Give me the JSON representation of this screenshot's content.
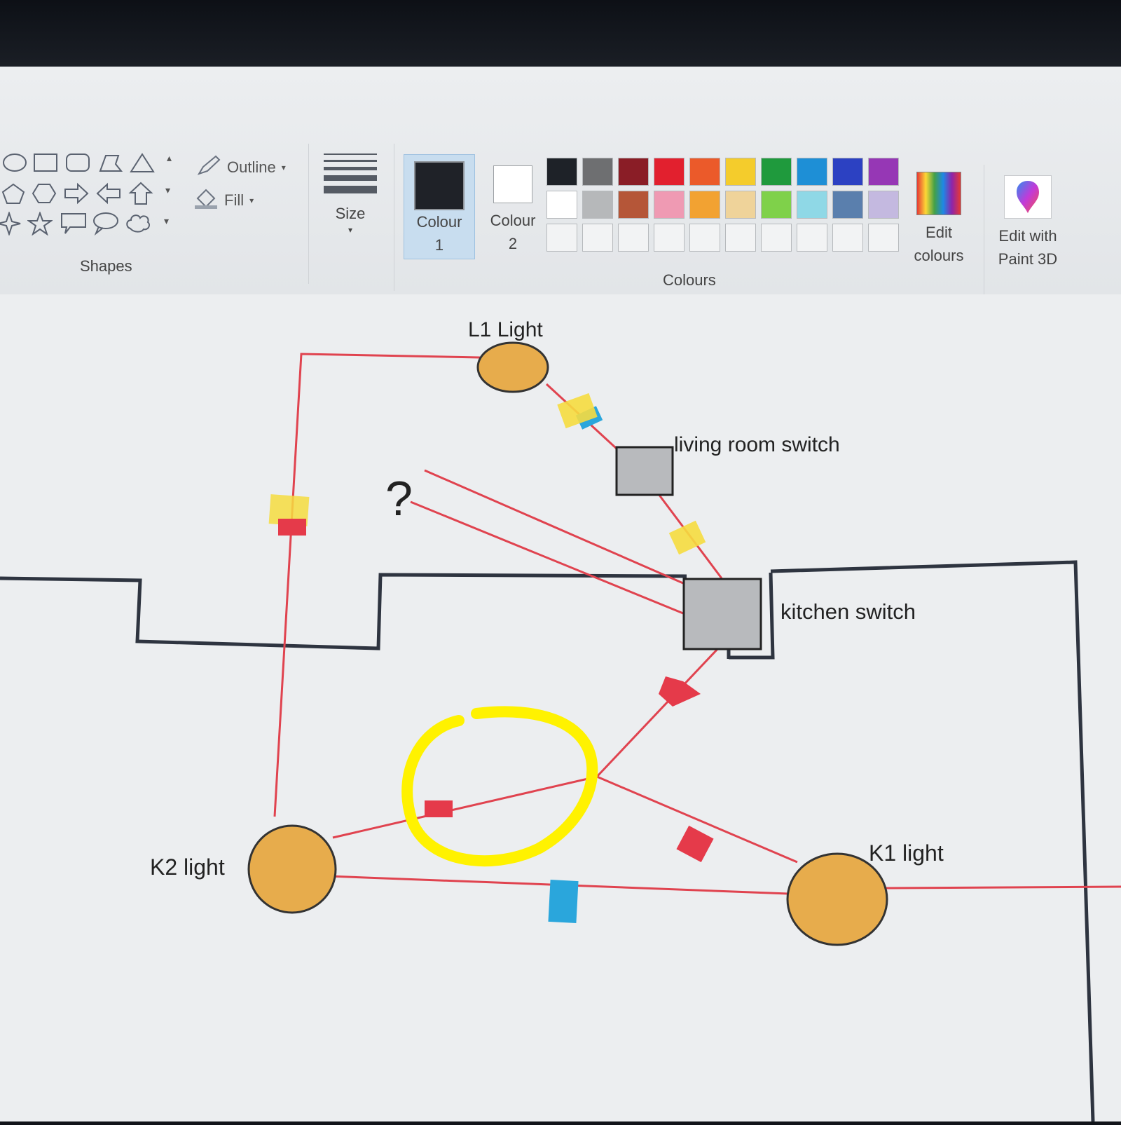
{
  "ribbon": {
    "shapes_label": "Shapes",
    "outline_label": "Outline",
    "fill_label": "Fill",
    "size_label": "Size",
    "colour1_label": "Colour",
    "colour1_num": "1",
    "colour2_label": "Colour",
    "colour2_num": "2",
    "colours_label": "Colours",
    "edit_colours_line1": "Edit",
    "edit_colours_line2": "colours",
    "paint3d_line1": "Edit with",
    "paint3d_line2": "Paint 3D",
    "colour1_value": "#1f2228",
    "colour2_value": "#ffffff",
    "palette_row1": [
      "#1e2228",
      "#6e6f71",
      "#8a1d26",
      "#e2202e",
      "#eb5a2a",
      "#f4cc2c",
      "#1f9a3d",
      "#1e8fd6",
      "#2c41c2",
      "#9637b5"
    ],
    "palette_row2": [
      "#ffffff",
      "#b6b8ba",
      "#b55638",
      "#ef9ab3",
      "#f2a232",
      "#efd39a",
      "#7fd14a",
      "#8fd8e6",
      "#5a7fad",
      "#c4b9e0"
    ]
  },
  "diagram": {
    "l1_label": "L1 Light",
    "living_switch_label": "living room switch",
    "question_mark": "?",
    "kitchen_switch_label": "kitchen switch",
    "k2_label": "K2 light",
    "k1_label": "K1 light",
    "wire_color": "#e0434f",
    "light_color": "#e7ac4c",
    "switch_color": "#b8babd",
    "highlight_color": "#fff200",
    "tag_yellow": "#f6dc3f",
    "tag_red": "#e53a4a",
    "tag_blue": "#2aa6dc"
  }
}
